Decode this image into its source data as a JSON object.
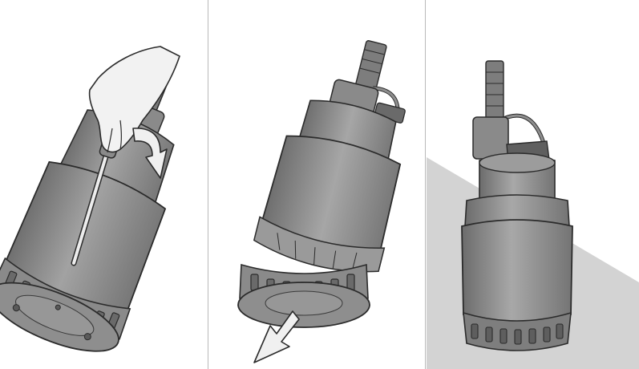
{
  "figure": {
    "steps": [
      {
        "action": "unscrew-base-with-screwdriver",
        "icons": [
          "hand-icon",
          "screwdriver-icon",
          "rotate-arrow-icon"
        ]
      },
      {
        "action": "pull-off-base-strainer",
        "icons": [
          "pull-arrow-icon"
        ]
      },
      {
        "action": "pump-standing-upright",
        "icons": [
          "floor-plane-icon"
        ]
      }
    ],
    "colors": {
      "pump_body": "#8e8e8e",
      "pump_shadow": "#6f6f6f",
      "pump_highlight": "#a7a7a7",
      "outline": "#2b2b2b",
      "hand": "#f2f2f2",
      "arrow_fill": "#f0f0f0",
      "floor": "#d3d3d3",
      "divider": "#b9b9b9"
    }
  }
}
